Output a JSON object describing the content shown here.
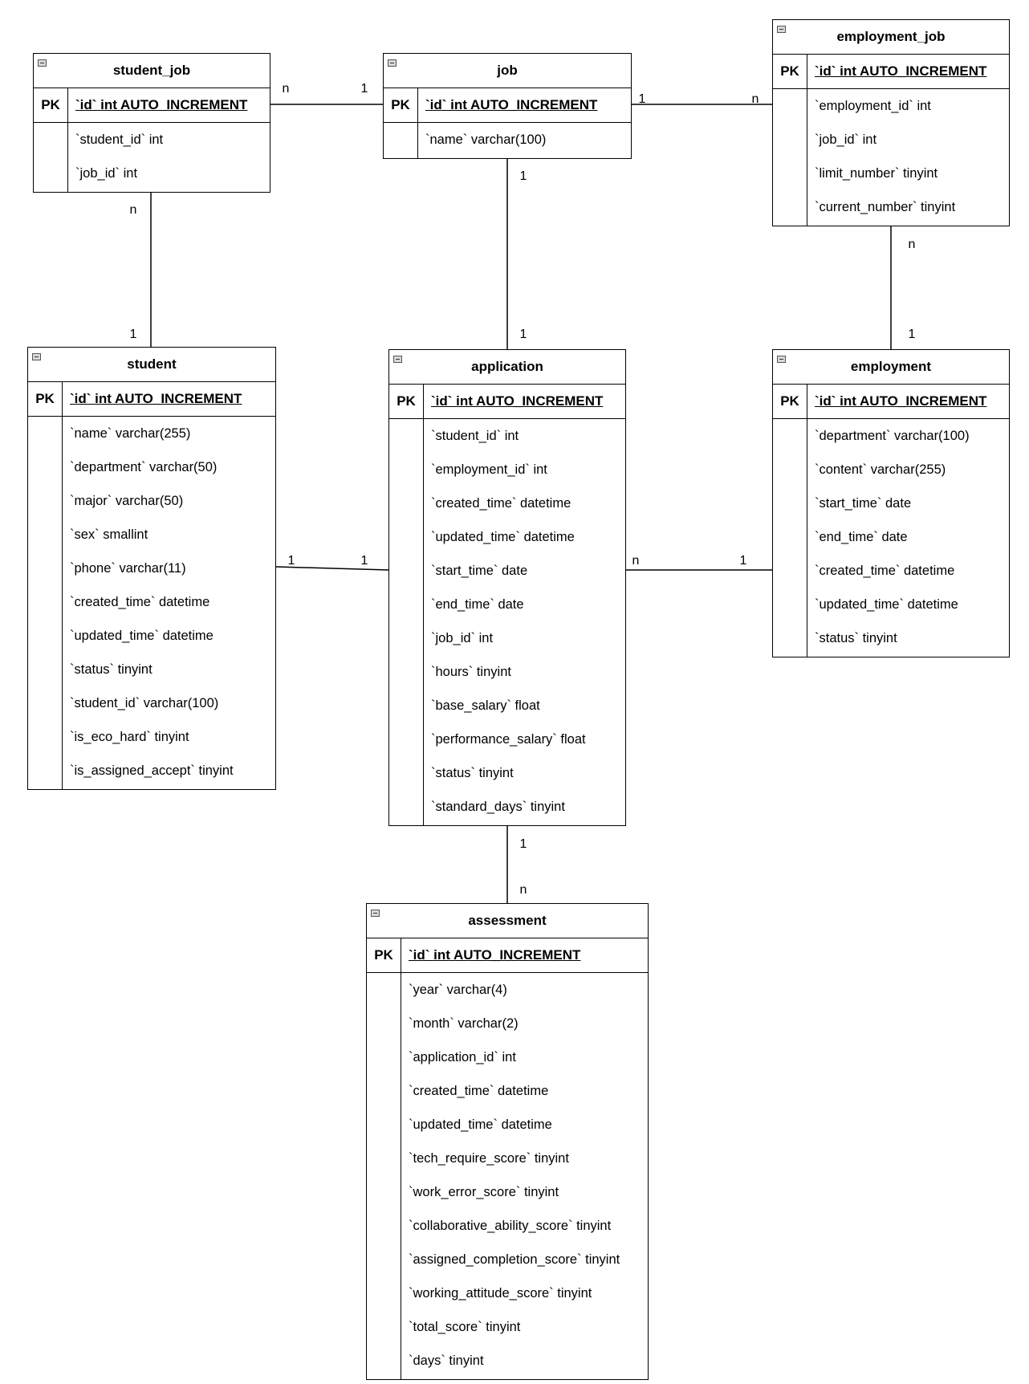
{
  "entities": {
    "student_job": {
      "title": "student_job",
      "pk_label": "PK",
      "pk": "`id` int AUTO_INCREMENT",
      "fields": [
        "`student_id` int",
        "`job_id` int"
      ]
    },
    "job": {
      "title": "job",
      "pk_label": "PK",
      "pk": "`id` int AUTO_INCREMENT",
      "fields": [
        "`name` varchar(100)"
      ]
    },
    "employment_job": {
      "title": "employment_job",
      "pk_label": "PK",
      "pk": "`id` int AUTO_INCREMENT",
      "fields": [
        "`employment_id` int",
        "`job_id` int",
        "`limit_number` tinyint",
        "`current_number` tinyint"
      ]
    },
    "student": {
      "title": "student",
      "pk_label": "PK",
      "pk": "`id` int AUTO_INCREMENT",
      "fields": [
        "`name` varchar(255)",
        "`department` varchar(50)",
        "`major` varchar(50)",
        "`sex` smallint",
        "`phone` varchar(11)",
        "`created_time` datetime",
        "`updated_time` datetime",
        "`status` tinyint",
        "`student_id` varchar(100)",
        "`is_eco_hard` tinyint",
        "`is_assigned_accept` tinyint"
      ]
    },
    "application": {
      "title": "application",
      "pk_label": "PK",
      "pk": "`id` int AUTO_INCREMENT",
      "fields": [
        "`student_id` int",
        "`employment_id` int",
        "`created_time` datetime",
        "`updated_time` datetime",
        "`start_time` date",
        "`end_time` date",
        "`job_id` int",
        "`hours` tinyint",
        "`base_salary` float",
        "`performance_salary` float",
        "`status` tinyint",
        "`standard_days` tinyint"
      ]
    },
    "employment": {
      "title": "employment",
      "pk_label": "PK",
      "pk": "`id` int AUTO_INCREMENT",
      "fields": [
        "`department` varchar(100)",
        "`content` varchar(255)",
        "`start_time` date",
        "`end_time` date",
        "`created_time` datetime",
        "`updated_time` datetime",
        "`status` tinyint"
      ]
    },
    "assessment": {
      "title": "assessment",
      "pk_label": "PK",
      "pk": "`id` int AUTO_INCREMENT",
      "fields": [
        "`year` varchar(4)",
        "`month` varchar(2)",
        "`application_id` int",
        "`created_time` datetime",
        "`updated_time` datetime",
        "`tech_require_score` tinyint",
        "`work_error_score` tinyint",
        "`collaborative_ability_score` tinyint",
        "`assigned_completion_score` tinyint",
        "`working_attitude_score` tinyint",
        "`total_score` tinyint",
        "`days` tinyint"
      ]
    }
  },
  "relations": [
    {
      "from": "student_job",
      "to": "job",
      "from_card": "n",
      "to_card": "1"
    },
    {
      "from": "job",
      "to": "employment_job",
      "from_card": "1",
      "to_card": "n"
    },
    {
      "from": "student_job",
      "to": "student",
      "from_card": "n",
      "to_card": "1"
    },
    {
      "from": "job",
      "to": "application",
      "from_card": "1",
      "to_card": "1"
    },
    {
      "from": "employment_job",
      "to": "employment",
      "from_card": "n",
      "to_card": "1"
    },
    {
      "from": "student",
      "to": "application",
      "from_card": "1",
      "to_card": "1"
    },
    {
      "from": "application",
      "to": "employment",
      "from_card": "n",
      "to_card": "1"
    },
    {
      "from": "application",
      "to": "assessment",
      "from_card": "1",
      "to_card": "n"
    }
  ]
}
